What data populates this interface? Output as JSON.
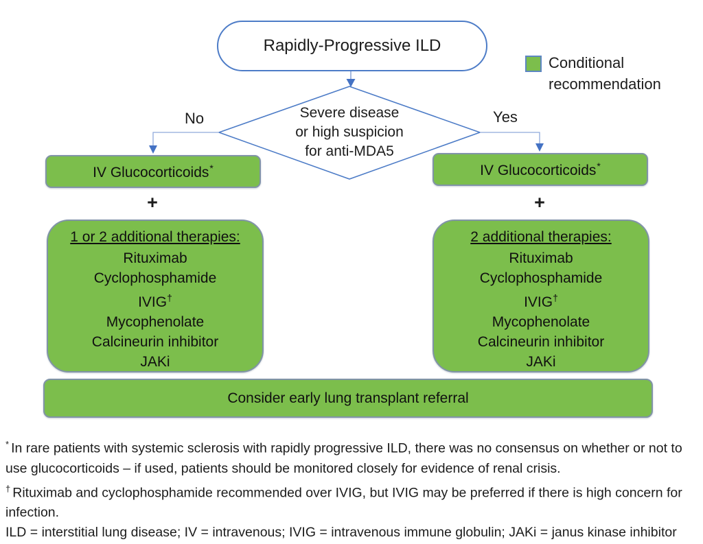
{
  "colors": {
    "green": "#7cbe4c",
    "slate": "#8093a7",
    "blue": "#4472c4",
    "ink": "#1c1c1c"
  },
  "legend": {
    "label": "Conditional recommendation"
  },
  "flowchart": {
    "start": "Rapidly-Progressive ILD",
    "decision_lines": [
      "Severe disease",
      "or high suspicion",
      "for anti-MDA5"
    ],
    "no_label": "No",
    "yes_label": "Yes",
    "left": {
      "gc_label": "IV Glucocorticoids",
      "gc_sup": "*",
      "plus": "+",
      "heading": "1 or 2 additional therapies:",
      "items": [
        "Rituximab",
        "Cyclophosphamide",
        "IVIG",
        "Mycophenolate",
        "Calcineurin inhibitor",
        "JAKi"
      ],
      "ivig_sup": "†"
    },
    "right": {
      "gc_label": "IV Glucocorticoids",
      "gc_sup": "*",
      "plus": "+",
      "heading": "2 additional therapies:",
      "items": [
        "Rituximab",
        "Cyclophosphamide",
        "IVIG",
        "Mycophenolate",
        "Calcineurin inhibitor",
        "JAKi"
      ],
      "ivig_sup": "†"
    },
    "bottom_bar": "Consider early lung transplant referral"
  },
  "footnotes": [
    {
      "marker": "*",
      "text": "In rare patients with systemic sclerosis with rapidly progressive ILD, there was no consensus on whether or not to use glucocorticoids – if used, patients should be monitored closely for evidence of renal crisis."
    },
    {
      "marker": "†",
      "text": "Rituximab and cyclophosphamide recommended over IVIG, but IVIG may be preferred if there is high concern for infection."
    },
    {
      "marker": "",
      "text": "ILD = interstitial lung disease; IV = intravenous; IVIG = intravenous immune globulin; JAKi = janus kinase inhibitor"
    }
  ]
}
